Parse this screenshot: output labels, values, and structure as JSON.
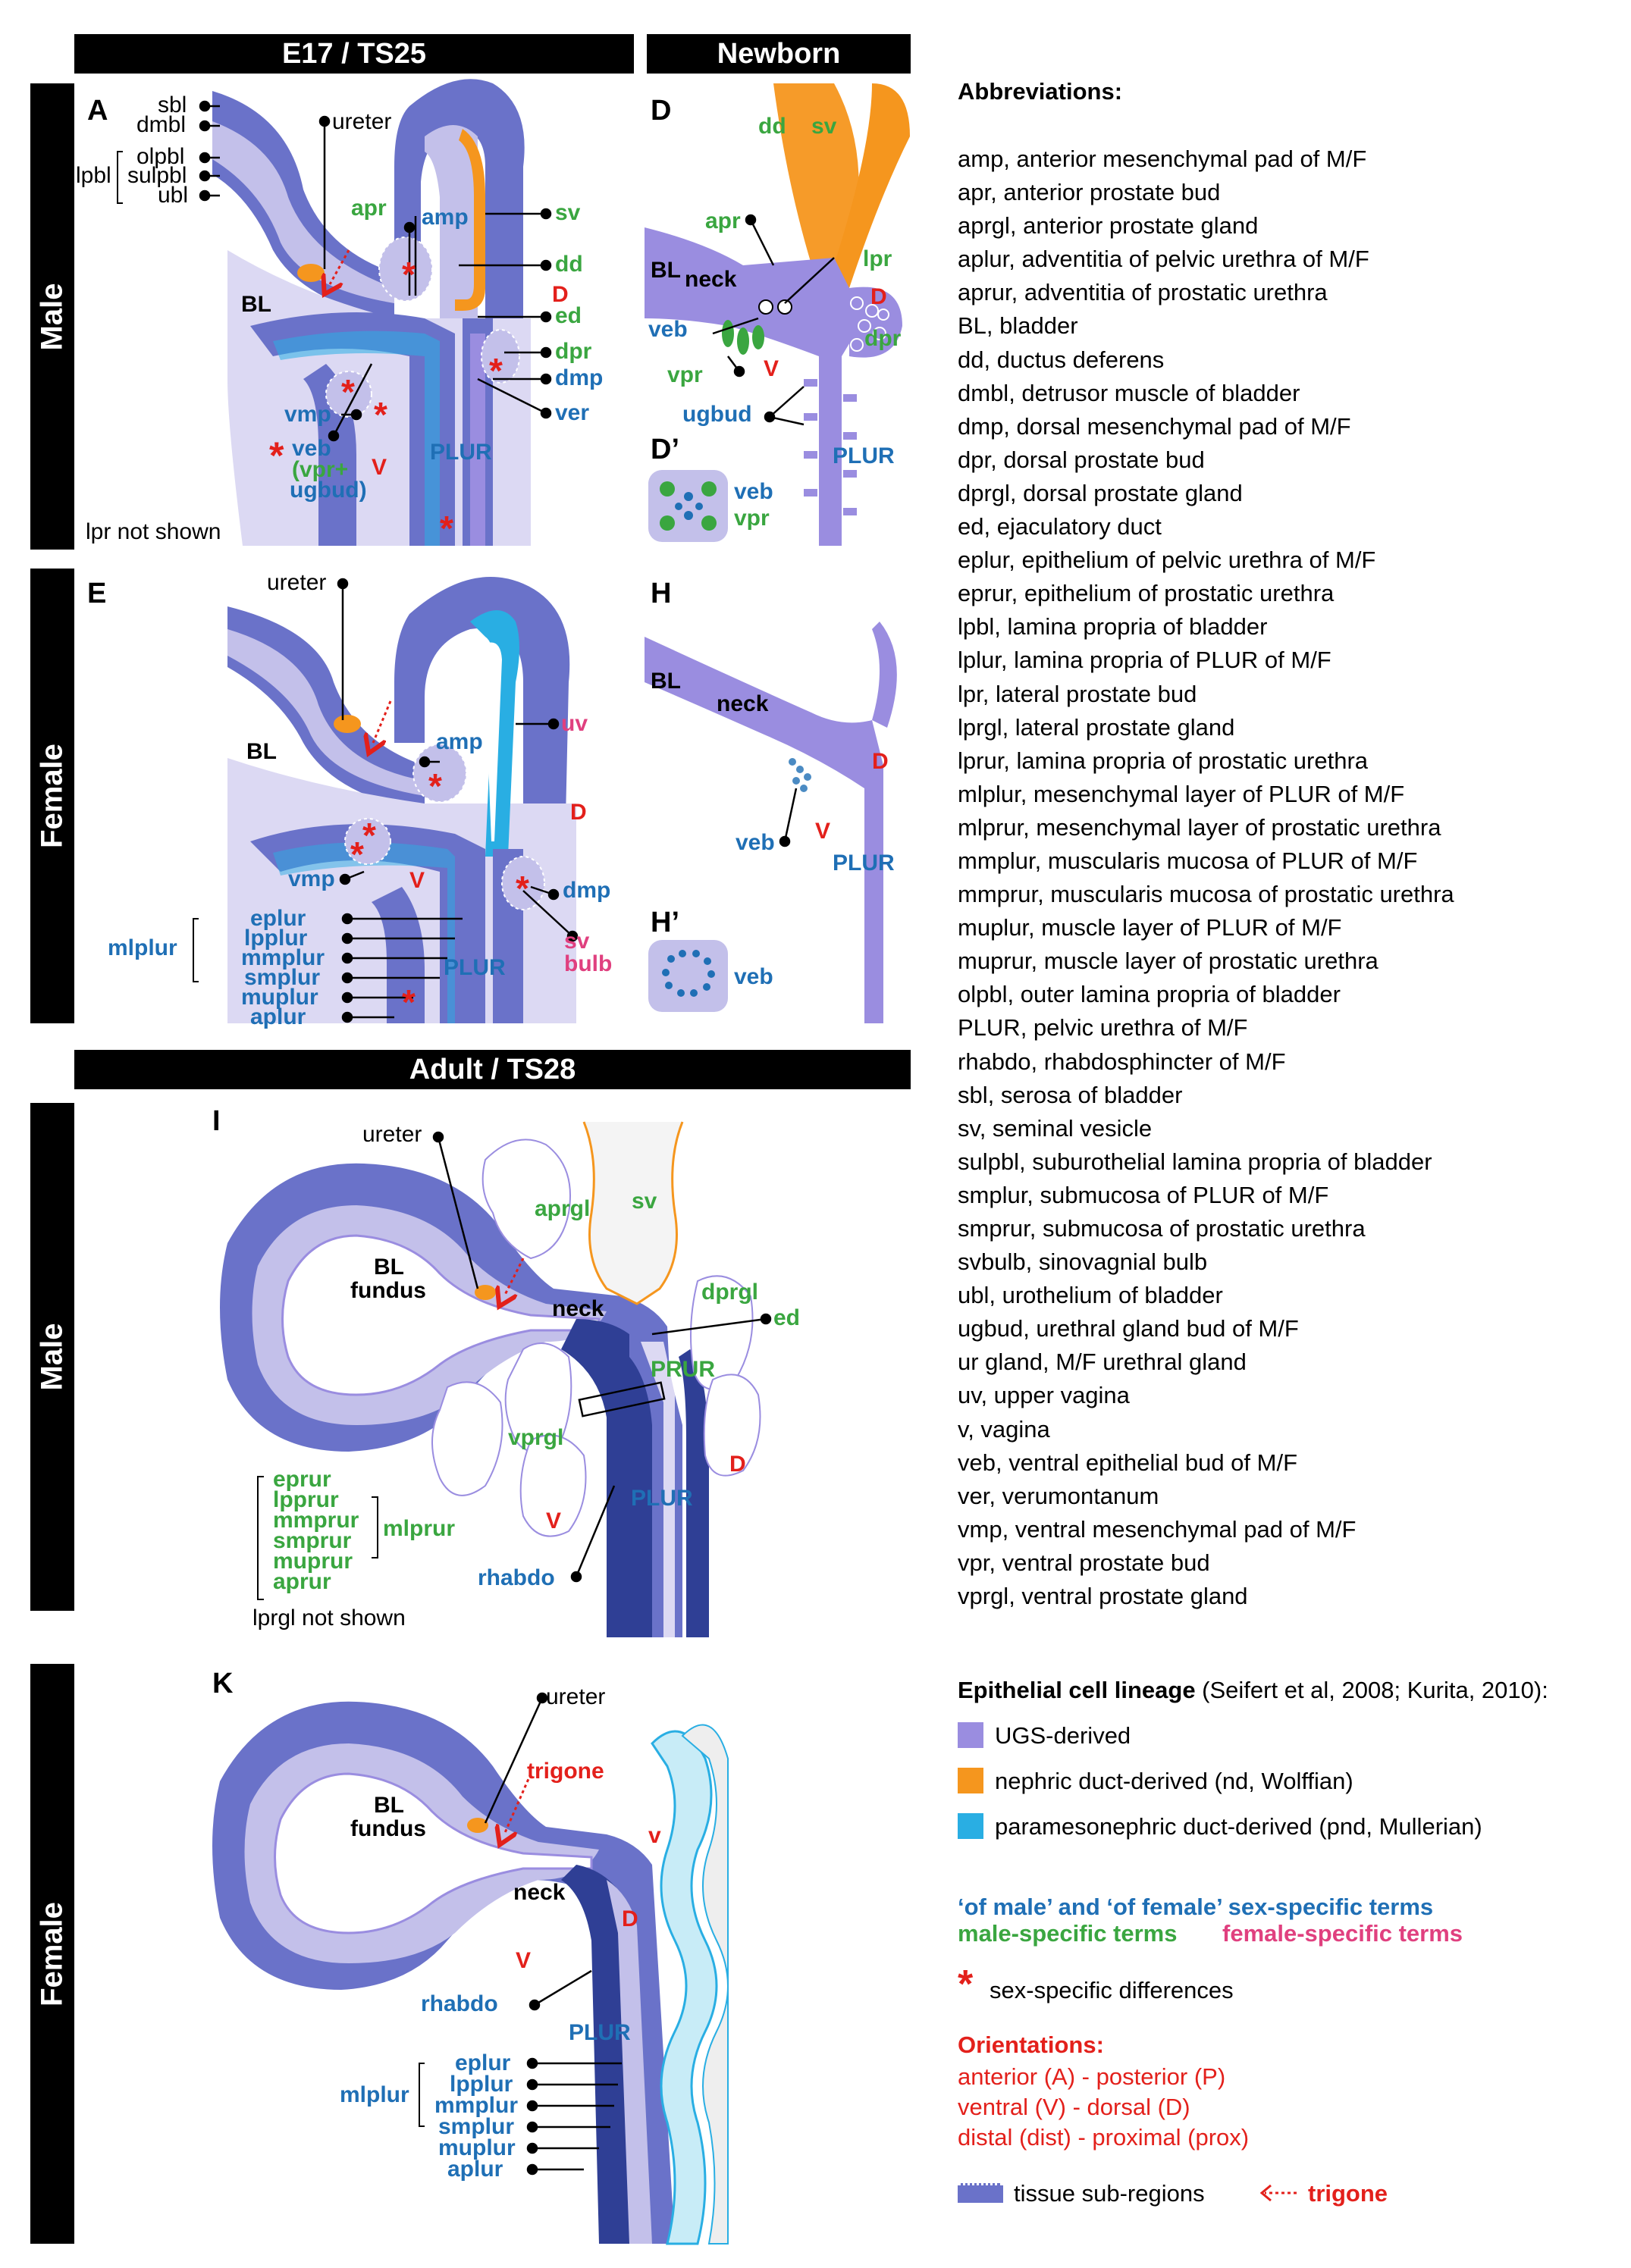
{
  "headers": {
    "e17": "E17 / TS25",
    "newborn": "Newborn",
    "adult": "Adult  / TS28"
  },
  "side_labels": {
    "male_top": "Male",
    "female_top": "Female",
    "male_bottom": "Male",
    "female_bottom": "Female"
  },
  "panels": {
    "A": "A",
    "D": "D",
    "D_prime": "D’",
    "E": "E",
    "H": "H",
    "H_prime": "H’",
    "I": "I",
    "K": "K"
  },
  "panel_A": {
    "sbl": "sbl",
    "dmbl": "dmbl",
    "olpbl": "olpbl",
    "lpbl": "lpbl",
    "sulpbl": "sulpbl",
    "ubl": "ubl",
    "ureter": "ureter",
    "apr": "apr",
    "amp": "amp",
    "sv": "sv",
    "dd": "dd",
    "BL": "BL",
    "D": "D",
    "ed": "ed",
    "dpr": "dpr",
    "dmp": "dmp",
    "ver": "ver",
    "vmp": "vmp",
    "veb": "veb",
    "vpr_ugbud": "(vpr+",
    "ugbud": "ugbud)",
    "V": "V",
    "PLUR": "PLUR",
    "note": "lpr not shown"
  },
  "panel_D": {
    "dd": "dd",
    "sv": "sv",
    "apr": "apr",
    "BL": "BL",
    "neck": "neck",
    "lpr": "lpr",
    "D": "D",
    "veb": "veb",
    "dpr": "dpr",
    "vpr": "vpr",
    "V": "V",
    "ugbud": "ugbud",
    "PLUR": "PLUR",
    "veb2": "veb",
    "vpr2": "vpr"
  },
  "panel_E": {
    "ureter": "ureter",
    "BL": "BL",
    "amp": "amp",
    "uv": "uv",
    "D": "D",
    "vmp": "vmp",
    "V": "V",
    "dmp": "dmp",
    "sv": "sv",
    "bulb": "bulb",
    "eplur": "eplur",
    "lpplur": "lpplur",
    "mmplur": "mmplur",
    "smplur": "smplur",
    "muplur": "muplur",
    "aplur": "aplur",
    "mlplur": "mlplur",
    "PLUR": "PLUR"
  },
  "panel_H": {
    "BL": "BL",
    "neck": "neck",
    "D": "D",
    "veb": "veb",
    "V": "V",
    "PLUR": "PLUR",
    "veb2": "veb"
  },
  "panel_I": {
    "ureter": "ureter",
    "aprgl": "aprgl",
    "sv": "sv",
    "BL": "BL",
    "fundus": "fundus",
    "neck": "neck",
    "dprgl": "dprgl",
    "ed": "ed",
    "PRUR": "PRUR",
    "vprgl": "vprgl",
    "D": "D",
    "V": "V",
    "PLUR": "PLUR",
    "rhabdo": "rhabdo",
    "eprur": "eprur",
    "lpprur": "lpprur",
    "mmprur": "mmprur",
    "smprur": "smprur",
    "muprur": "muprur",
    "aprur": "aprur",
    "mlprur": "mlprur",
    "note": "lprgl not shown"
  },
  "panel_K": {
    "ureter": "ureter",
    "trigone": "trigone",
    "BL": "BL",
    "fundus": "fundus",
    "v": "v",
    "neck": "neck",
    "D": "D",
    "V": "V",
    "rhabdo": "rhabdo",
    "PLUR": "PLUR",
    "eplur": "eplur",
    "lpplur": "lpplur",
    "mmplur": "mmplur",
    "smplur": "smplur",
    "muplur": "muplur",
    "aplur": "aplur",
    "mlplur": "mlplur"
  },
  "abbreviations_title": "Abbreviations:",
  "abbreviations": [
    "amp, anterior mesenchymal pad of M/F",
    "apr, anterior prostate bud",
    "aprgl, anterior prostate gland",
    "aplur, adventitia of pelvic urethra of M/F",
    "aprur, adventitia of prostatic urethra",
    "BL, bladder",
    "dd, ductus deferens",
    "dmbl, detrusor muscle of bladder",
    "dmp, dorsal mesenchymal pad of M/F",
    "dpr, dorsal prostate bud",
    "dprgl, dorsal prostate gland",
    "ed, ejaculatory duct",
    "eplur, epithelium of pelvic urethra of M/F",
    "eprur, epithelium of prostatic urethra",
    "lpbl, lamina propria of bladder",
    "lplur, lamina propria of PLUR of M/F",
    "lpr, lateral prostate bud",
    "lprgl, lateral prostate gland",
    "lprur, lamina propria of prostatic urethra",
    "mlplur, mesenchymal layer of PLUR of M/F",
    "mlprur, mesenchymal layer of prostatic urethra",
    "mmplur, muscularis mucosa of PLUR of M/F",
    "mmprur, muscularis mucosa of prostatic urethra",
    "muplur, muscle layer of PLUR of M/F",
    "muprur, muscle layer of prostatic urethra",
    "olpbl, outer lamina propria of bladder",
    "PLUR, pelvic urethra of M/F",
    "rhabdo, rhabdosphincter of M/F",
    "sbl, serosa of bladder",
    "sv, seminal vesicle",
    "sulpbl, suburothelial lamina propria of bladder",
    "smplur, submucosa of PLUR of M/F",
    "smprur, submucosa of prostatic urethra",
    "svbulb, sinovagnial bulb",
    "ubl, urothelium of bladder",
    "ugbud, urethral gland bud of M/F",
    "ur gland, M/F urethral gland",
    "uv, upper vagina",
    "v, vagina",
    "veb, ventral epithelial bud of M/F",
    "ver, verumontanum",
    "vmp, ventral mesenchymal pad of M/F",
    "vpr, ventral prostate bud",
    "vprgl, ventral prostate gland"
  ],
  "legend": {
    "lineage_title": "Epithelial cell lineage",
    "lineage_cite": " (Seifert et al, 2008; Kurita, 2010):",
    "ugs": "UGS-derived",
    "nephric": "nephric duct-derived (nd, Wolffian)",
    "paramesonephric": "paramesonephric duct-derived (pnd, Mullerian)",
    "of_terms": "‘of male’ and ‘of female’ sex-specific terms",
    "male_terms": "male-specific terms",
    "female_terms": "female-specific terms",
    "sex_diff": "sex-specific differences",
    "orient_title": "Orientations:",
    "orient_ap": "anterior (A) - posterior (P)",
    "orient_vd": "ventral (V) - dorsal (D)",
    "orient_dp": "distal (dist) - proximal (prox)",
    "tissue_sub": "tissue sub-regions",
    "trigone": "trigone",
    "asterisk": "*"
  },
  "colors": {
    "ugs": "#9a8de0",
    "nephric": "#f5961e",
    "paramesonephric": "#29aee3",
    "muscle": "#6a72c9",
    "lamina": "#c3c0ea",
    "dark": "#2f3f95",
    "blue_text": "#1f6fb5",
    "green_text": "#3aa640",
    "red_text": "#e3201b",
    "pink_text": "#e0407f"
  }
}
